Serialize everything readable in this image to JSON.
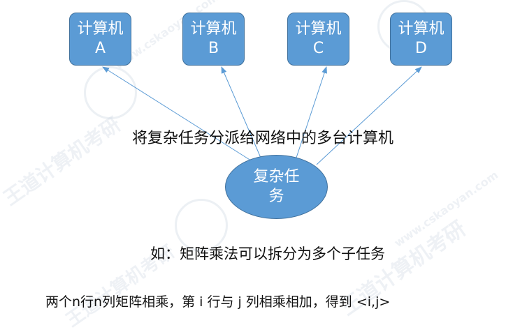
{
  "computers": [
    {
      "label": "计算机A"
    },
    {
      "label": "计算机B"
    },
    {
      "label": "计算机C"
    },
    {
      "label": "计算机D"
    }
  ],
  "central_task": "复杂任务",
  "caption_distribute": "将复杂任务分派给网络中的多台计算机",
  "caption_example": "如：矩阵乘法可以拆分为多个子任务",
  "caption_matrix": "两个n行n列矩阵相乘，第 i 行与 j 列相乘相加，得到 <i,j>",
  "watermark": {
    "brand": "王道计算机考研",
    "url": "www.cskaoyan.com"
  },
  "colors": {
    "node_fill": "#5b9bd5",
    "node_border": "#41719c",
    "arrow": "#5b9bd5"
  }
}
